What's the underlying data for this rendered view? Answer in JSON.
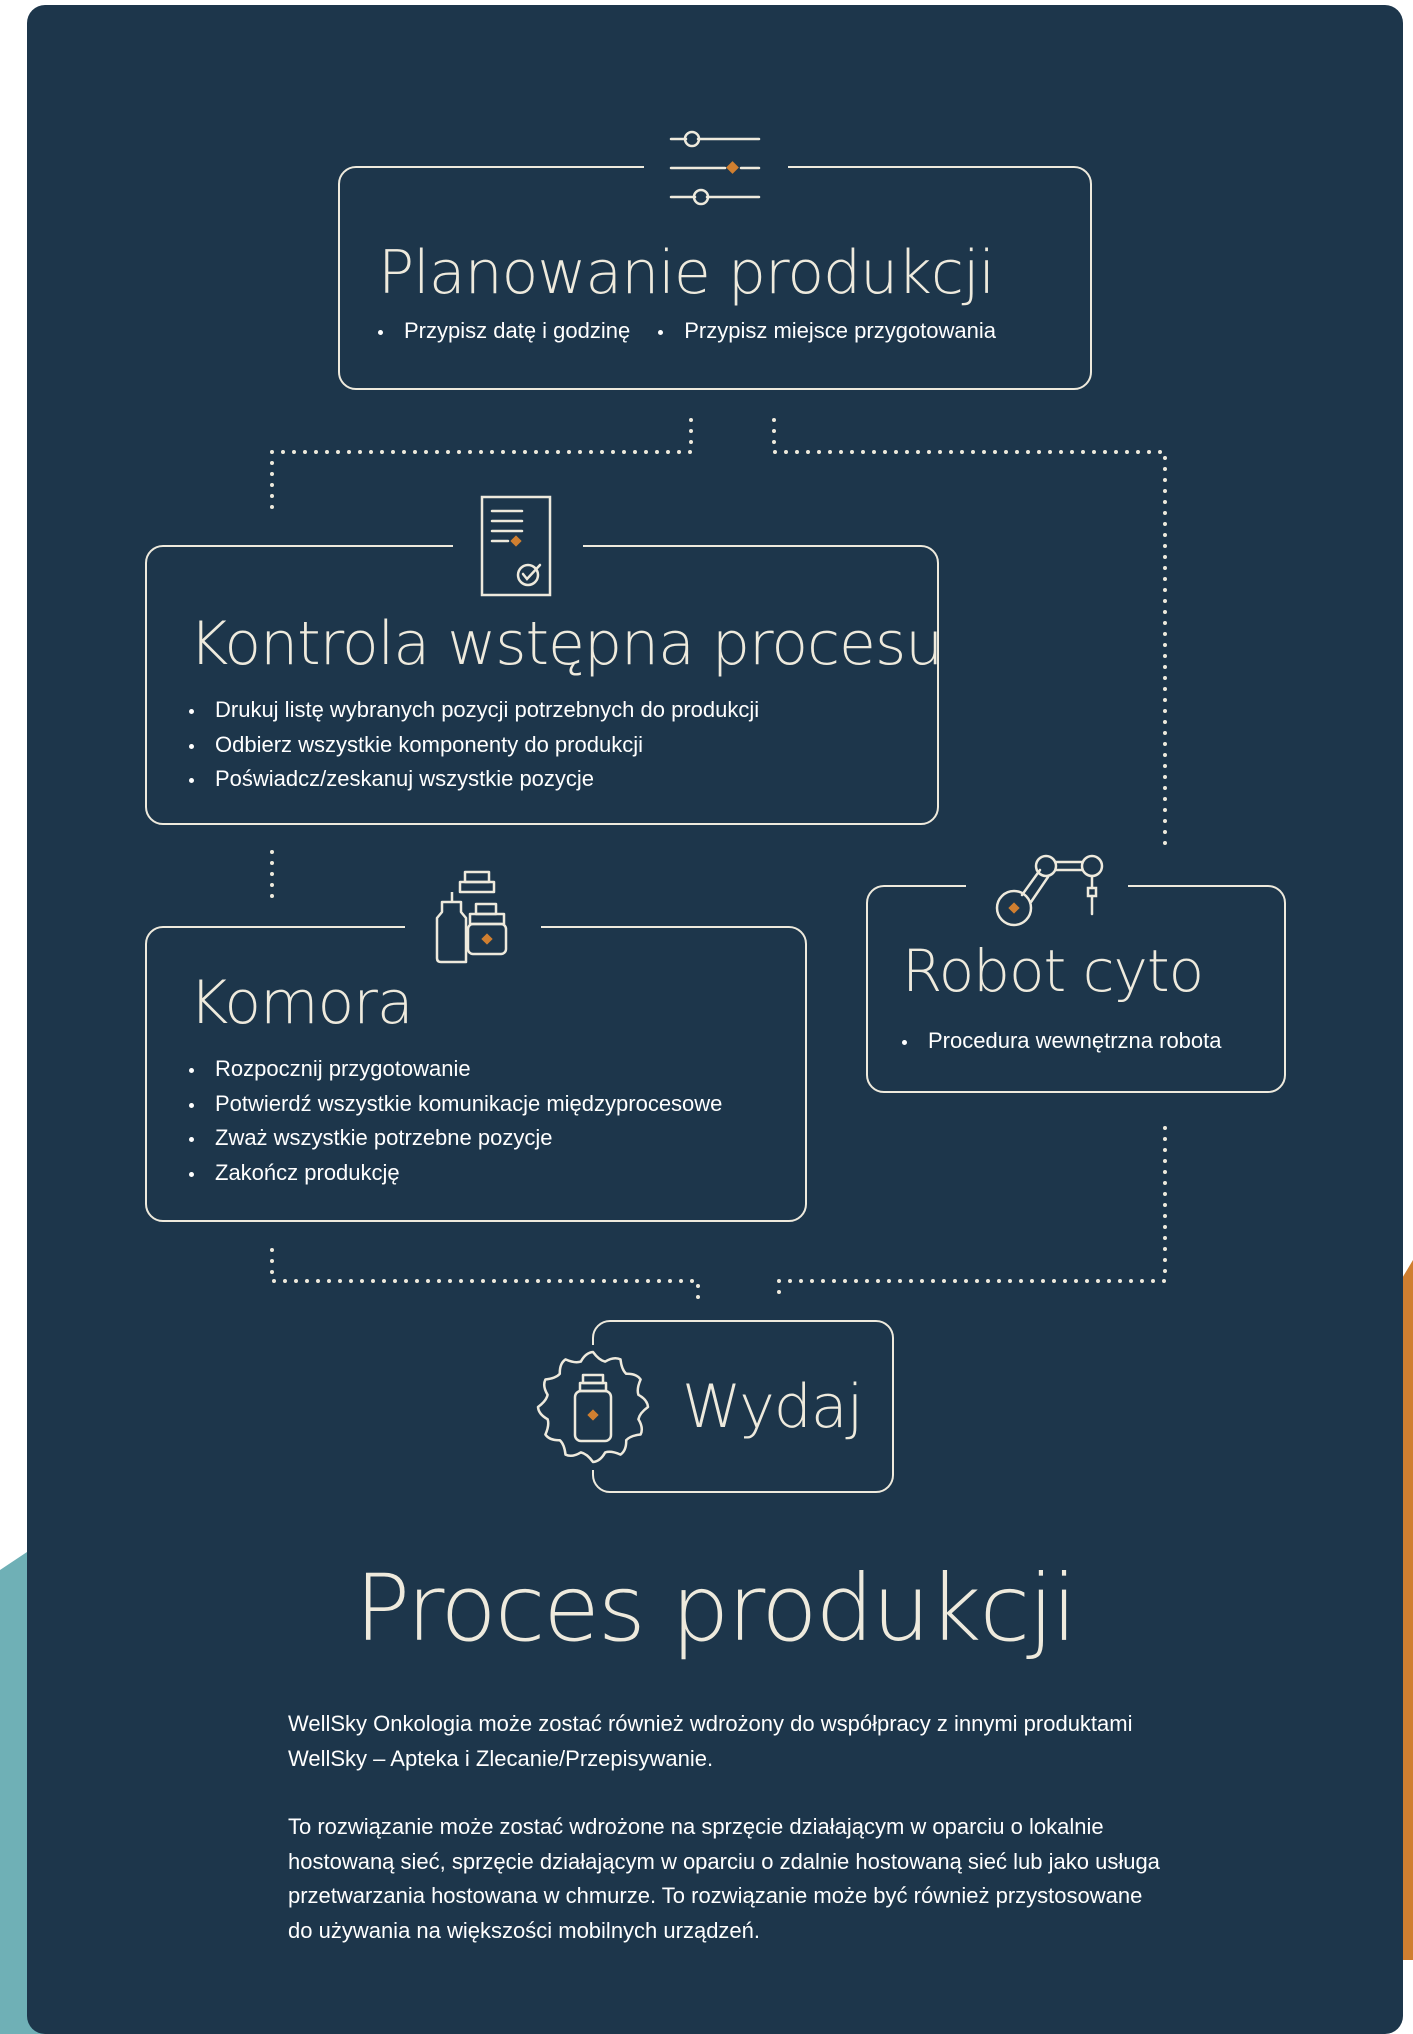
{
  "diagram": {
    "planning": {
      "title": "Planowanie produkcji",
      "items": [
        "Przypisz datę i godzinę",
        "Przypisz miejsce przygotowania"
      ],
      "icon": "sliders-icon"
    },
    "precheck": {
      "title": "Kontrola wstępna procesu",
      "items": [
        "Drukuj listę wybranych pozycji potrzebnych do produkcji",
        "Odbierz wszystkie komponenty do produkcji",
        "Poświadcz/zeskanuj wszystkie pozycje"
      ],
      "icon": "checklist-icon"
    },
    "chamber": {
      "title": "Komora",
      "items": [
        "Rozpocznij przygotowanie",
        "Potwierdź wszystkie komunikacje międzyprocesowe",
        "Zważ wszystkie potrzebne pozycje",
        "Zakończ produkcję"
      ],
      "icon": "vials-icon"
    },
    "robot": {
      "title": "Robot cyto",
      "items": [
        "Procedura wewnętrzna robota"
      ],
      "icon": "robot-arm-icon"
    },
    "dispense": {
      "title": "Wydaj",
      "icon": "medicine-bottle-badge-icon"
    }
  },
  "footer": {
    "title": "Proces produkcji",
    "paragraph1": "WellSky Onkologia może zostać również wdrożony do współpracy z innymi produktami WellSky – Apteka i Zlecanie/Przepisywanie.",
    "paragraph2": "To rozwiązanie może zostać wdrożone na sprzęcie działającym w oparciu o lokalnie hostowaną sieć, sprzęcie działającym w oparciu o zdalnie hostowaną sieć lub jako usługa przetwarzania hostowana w chmurze. To rozwiązanie może być również przystosowane do używania na większości mobilnych urządzeń."
  },
  "colors": {
    "background": "#1d364b",
    "line": "#eeeadd",
    "accent": "#d07f30",
    "teal": "#6fb0b6"
  }
}
